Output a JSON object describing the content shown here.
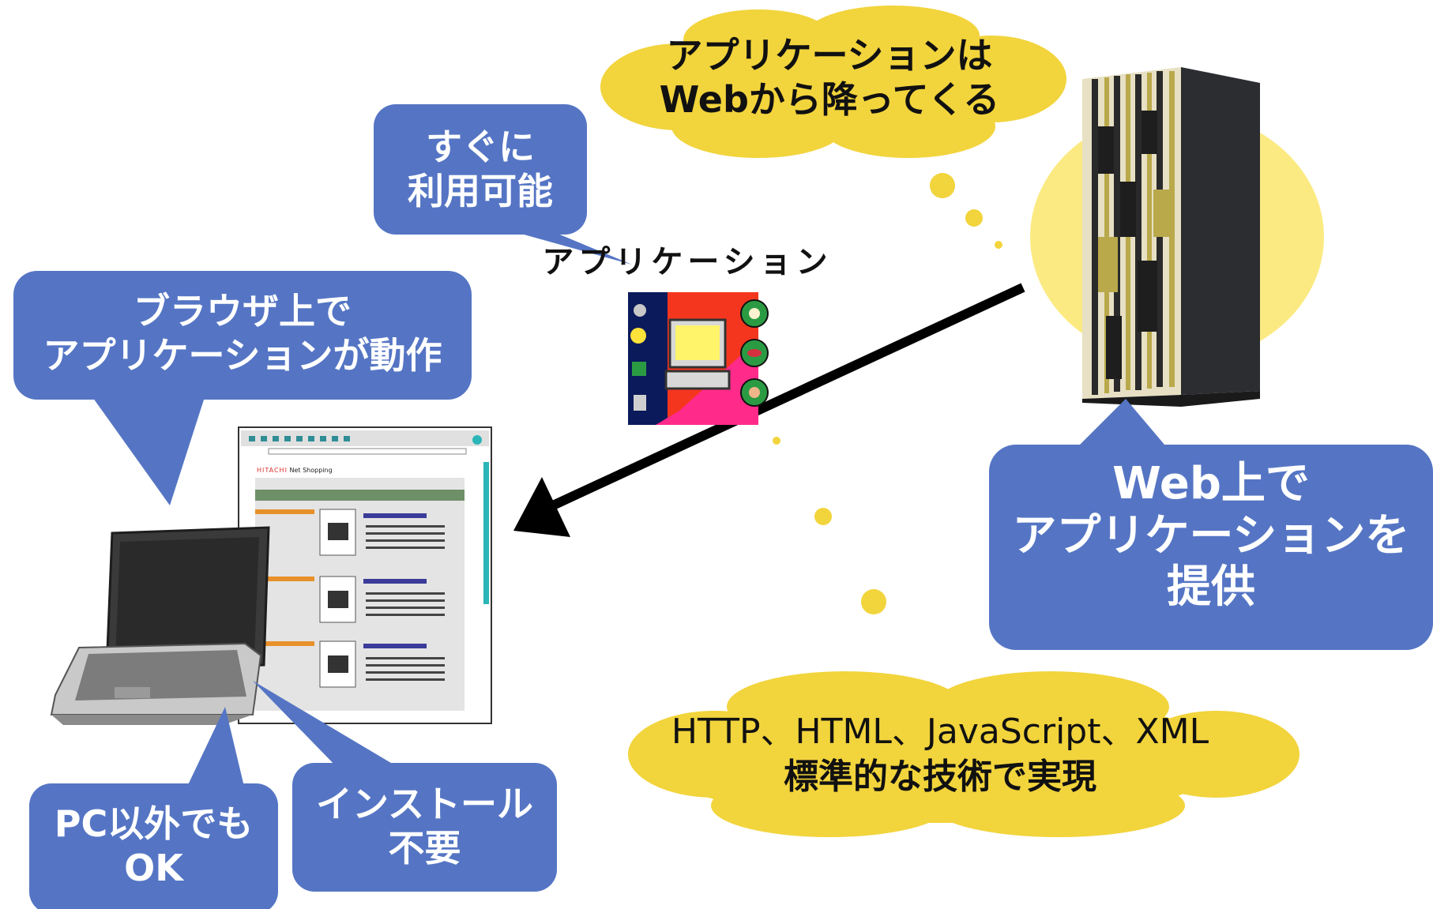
{
  "bubbles": {
    "sugu": {
      "line1": "すぐに",
      "line2": "利用可能"
    },
    "browser": {
      "line1": "ブラウザ上で",
      "line2": "アプリケーションが動作"
    },
    "pc": {
      "line1": "PC以外でも",
      "line2": "OK"
    },
    "install": {
      "line1": "インストール",
      "line2": "不要"
    },
    "provide": {
      "line1": "Web上で",
      "line2": "アプリケーションを",
      "line3": "提供"
    }
  },
  "clouds": {
    "top": {
      "line1": "アプリケーションは",
      "line2": "Webから降ってくる"
    },
    "bottom": {
      "line1": "HTTP、HTML、JavaScript、XML",
      "line2": "標準的な技術で実現"
    }
  },
  "app_label": "アプリケーション",
  "browser_window": {
    "site_title_brand": "HITACHI",
    "site_title_rest": "Net Shopping"
  },
  "colors": {
    "bubble_blue": "#5575C4",
    "cloud_yellow": "#F2D43C",
    "server_glow": "#FBEA82",
    "arrow": "#000000"
  }
}
